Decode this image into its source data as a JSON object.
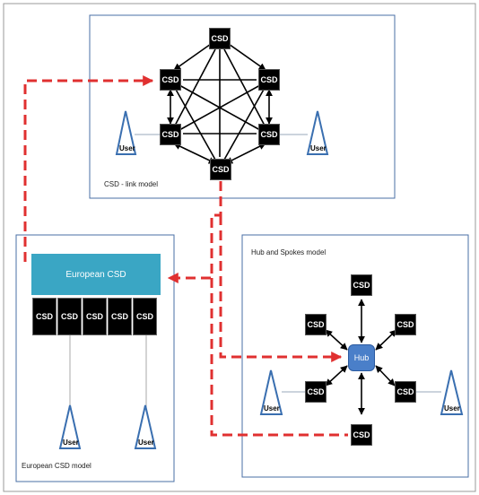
{
  "csd_label": "CSD",
  "user_label": "User",
  "panels": {
    "link_model": "CSD - link model",
    "hub_spokes_model": "Hub and Spokes model",
    "european_model": "European CSD model"
  },
  "european_csd": "European CSD",
  "hub_label": "Hub",
  "colors": {
    "panel_border": "#4a6fa5",
    "arrow_red": "#e03030",
    "csd_fill": "#000000",
    "euro_bar": "#3aa6c4",
    "hub": "#4a7fc9"
  }
}
